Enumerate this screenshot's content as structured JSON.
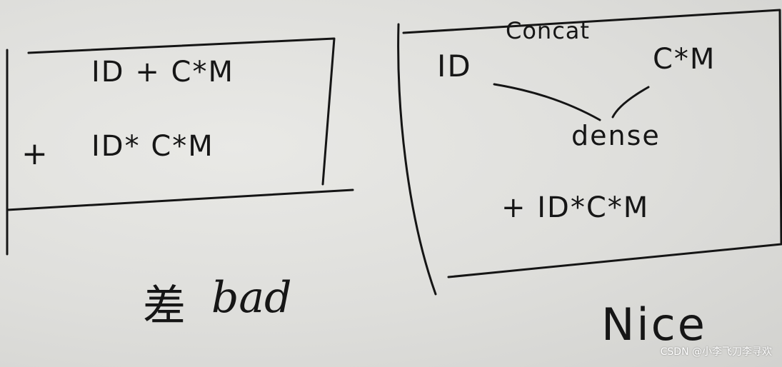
{
  "left_sketch": {
    "line1": "ID + C*M",
    "plus": "+",
    "line2": "ID* C*M",
    "verdict_cn": "差",
    "verdict_en": "bad"
  },
  "right_sketch": {
    "concat": "Concat",
    "id": "ID",
    "cm": "C*M",
    "dense": "dense",
    "formula": "+ ID*C*M",
    "verdict": "Nice"
  },
  "watermark": "CSDN @小李飞刀李寻欢"
}
